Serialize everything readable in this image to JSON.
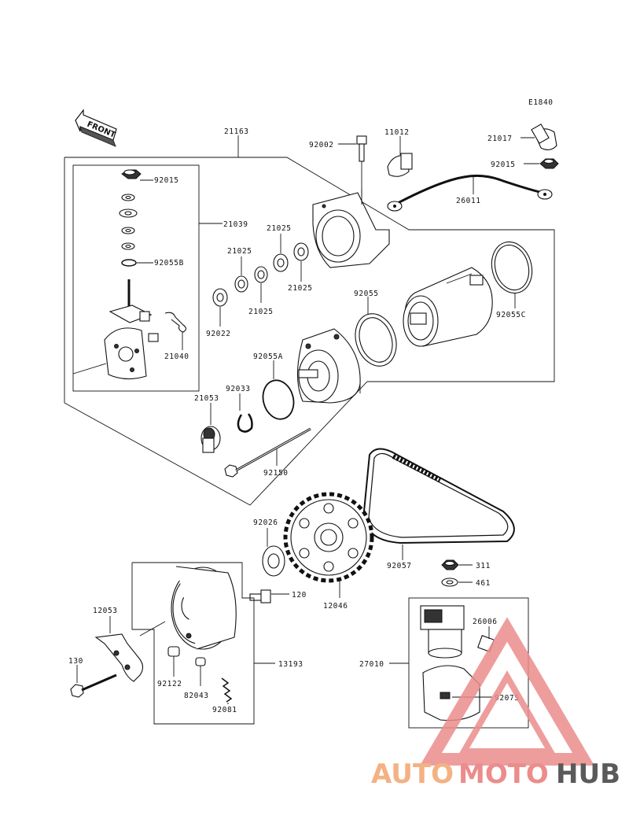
{
  "diagram": {
    "code": "E1840",
    "front_label": "FRONT",
    "parts": {
      "p21163": "21163",
      "p21039": "21039",
      "p92015a": "92015",
      "p92055b": "92055B",
      "p21040": "21040",
      "p21025a": "21025",
      "p21025b": "21025",
      "p21025c": "21025",
      "p21025d": "21025",
      "p92022": "92022",
      "p92002": "92002",
      "p11012": "11012",
      "p21017": "21017",
      "p92015b": "92015",
      "p26011": "26011",
      "p92055": "92055",
      "p92055c": "92055C",
      "p92055a": "92055A",
      "p92033": "92033",
      "p21053": "21053",
      "p92150": "92150",
      "p92026": "92026",
      "p12046": "12046",
      "p92057": "92057",
      "p120": "120",
      "p311": "311",
      "p461": "461",
      "p12053": "12053",
      "p130": "130",
      "p13193": "13193",
      "p92122": "92122",
      "p82043": "82043",
      "p92081": "92081",
      "p27010": "27010",
      "p26006": "26006",
      "p92075": "92075"
    }
  },
  "watermark": {
    "part1": "AUTO",
    "part2": "MOTO",
    "part3": "HUB",
    "color_light": "#f4b183",
    "color_mid": "#ec8c8c",
    "color_dark": "#5a5a5a"
  }
}
